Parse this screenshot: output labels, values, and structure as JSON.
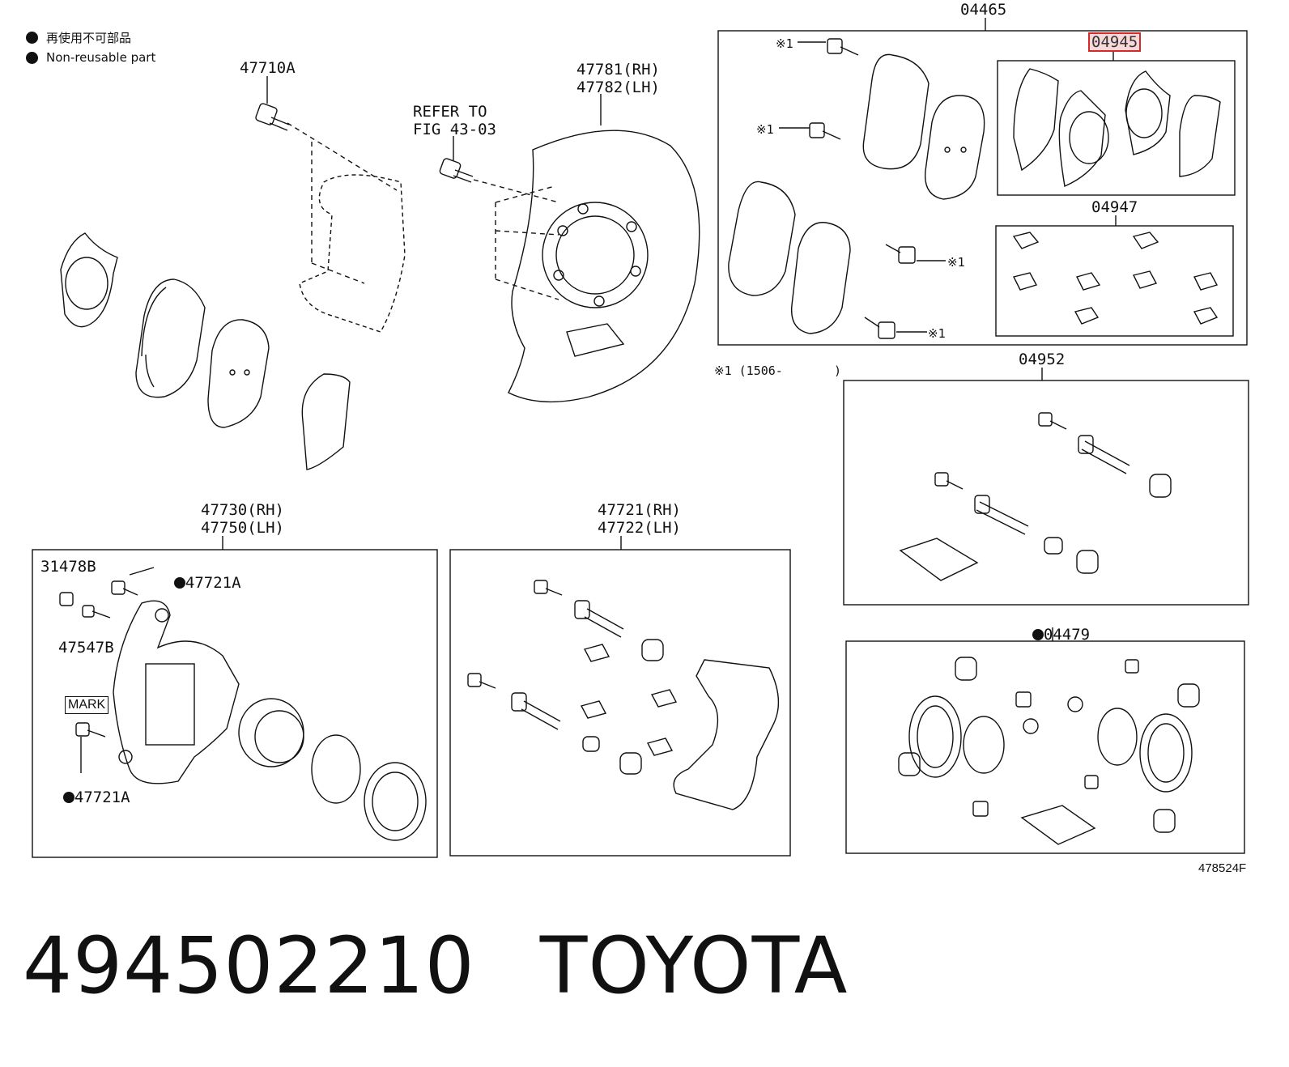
{
  "legend": {
    "japanese": "再使用不可部品",
    "english": "Non-reusable part"
  },
  "labels": {
    "l47710A": "47710A",
    "refer_line1": "REFER TO",
    "refer_line2": "FIG 43-03",
    "l47781": "47781(RH)",
    "l47782": "47782(LH)",
    "l04465": "04465",
    "l04945": "04945",
    "l04947": "04947",
    "note1_a": "※1",
    "note1_b": "※1",
    "note1_c": "※1",
    "note1_d": "※1",
    "note_range": "※1 (1506-       )",
    "l04952": "04952",
    "l47730": "47730(RH)",
    "l47750": "47750(LH)",
    "l31478B": "31478B",
    "l47721A_top": "47721A",
    "l47547B": "47547B",
    "mark": "MARK",
    "l47721A_bot": "47721A",
    "l47721": "47721(RH)",
    "l47722": "47722(LH)",
    "l04479": "04479"
  },
  "figure_ref": "478524F",
  "footer": {
    "part_number": "494502210",
    "brand": "TOYOTA"
  }
}
